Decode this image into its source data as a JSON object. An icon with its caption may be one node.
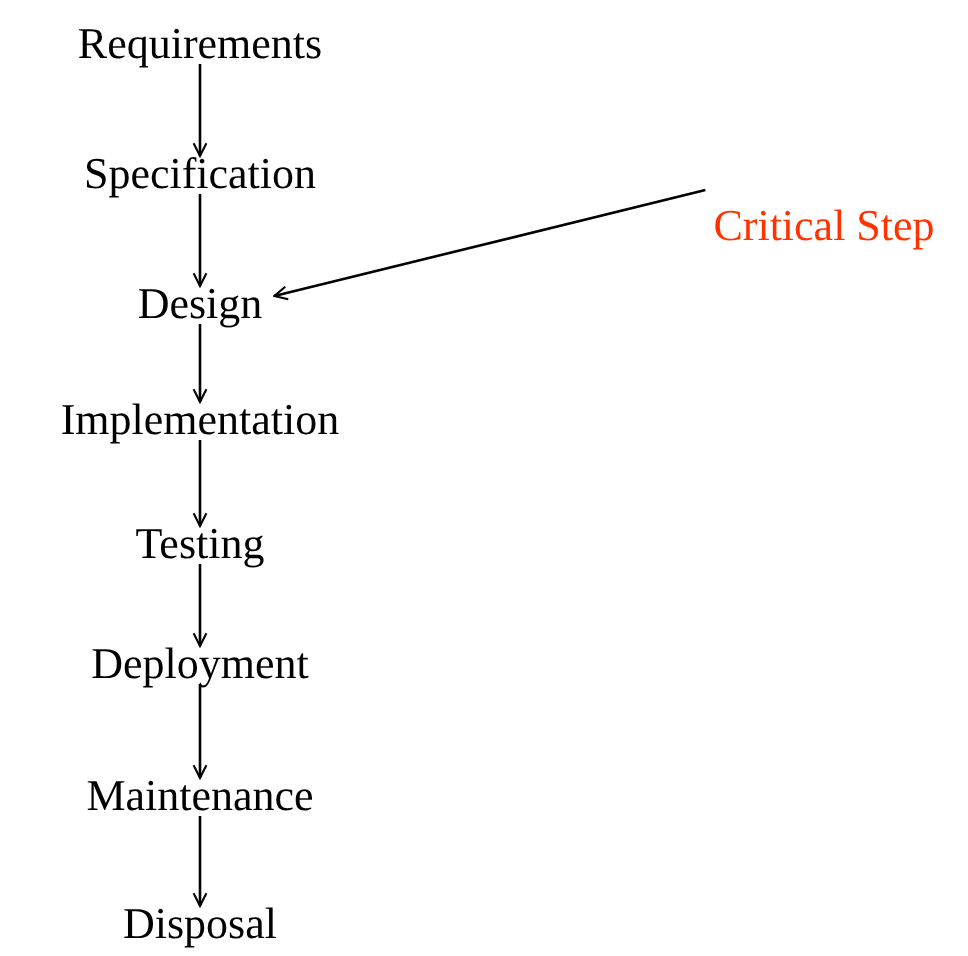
{
  "diagram": {
    "nodes": [
      {
        "text": [
          "Requirements"
        ]
      },
      {
        "text": [
          "Specification"
        ]
      },
      {
        "text": [
          "Design"
        ]
      },
      {
        "text": [
          "Implementation"
        ]
      },
      {
        "text": [
          "Testing"
        ]
      },
      {
        "text": [
          "Deployment"
        ]
      },
      {
        "text": [
          "Maintenance"
        ]
      },
      {
        "text": [
          "Disposal"
        ]
      },
      {
        "text": [
          "Critical Step"
        ]
      }
    ],
    "edges": [
      {
        "from": 0,
        "to": 1,
        "arrow": "to"
      },
      {
        "from": 1,
        "to": 2,
        "arrow": "to"
      },
      {
        "from": 2,
        "to": 3,
        "arrow": "to"
      },
      {
        "from": 3,
        "to": 4,
        "arrow": "to"
      },
      {
        "from": 4,
        "to": 5,
        "arrow": "to"
      },
      {
        "from": 5,
        "to": 6,
        "arrow": "to"
      },
      {
        "from": 6,
        "to": 7,
        "arrow": "to"
      },
      {
        "from": 8,
        "to": 2,
        "arrow": "to"
      }
    ]
  }
}
